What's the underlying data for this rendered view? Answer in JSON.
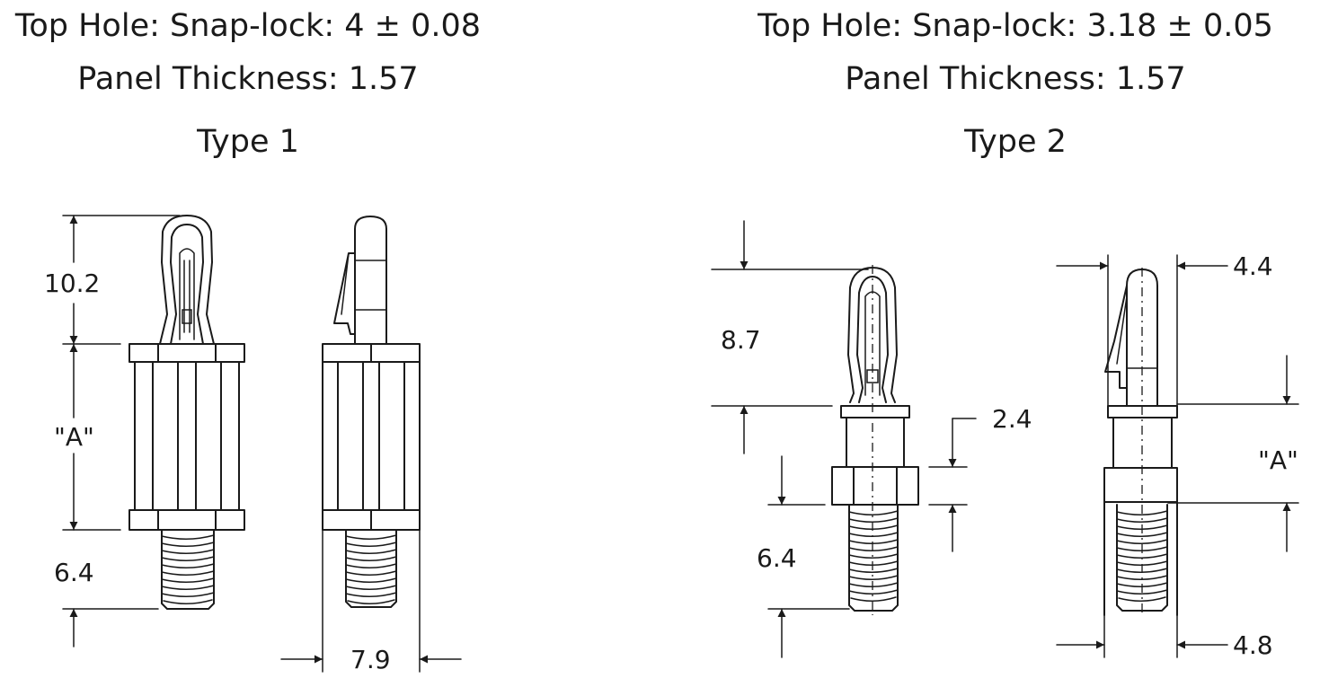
{
  "type1": {
    "hole_line": "Top Hole: Snap-lock: 4 ± 0.08",
    "thickness_line": "Panel Thickness: 1.57",
    "type_label": "Type 1",
    "dims": {
      "head": "10.2",
      "body": "\"A\"",
      "thread": "6.4",
      "width": "7.9"
    }
  },
  "type2": {
    "hole_line": "Top Hole:  Snap-lock: 3.18 ± 0.05",
    "thickness_line": "Panel Thickness: 1.57",
    "type_label": "Type 2",
    "dims": {
      "head": "8.7",
      "collar": "2.4",
      "thread": "6.4",
      "body": "\"A\"",
      "top_width": "4.4",
      "bottom_width": "4.8"
    }
  }
}
